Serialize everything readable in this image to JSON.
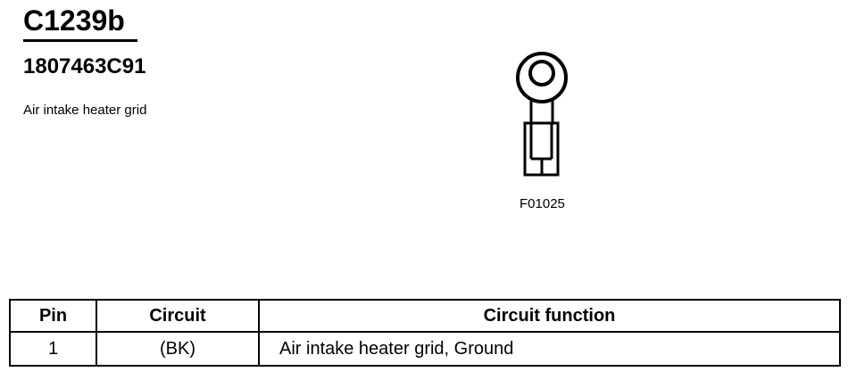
{
  "connector": {
    "id": "C1239b",
    "part_number": "1807463C91",
    "description": "Air intake heater grid"
  },
  "figure": {
    "code": "F01025",
    "icon": "ring-terminal-icon"
  },
  "pin_table": {
    "headers": [
      "Pin",
      "Circuit",
      "Circuit function"
    ],
    "rows": [
      {
        "pin": "1",
        "circuit": "(BK)",
        "function": "Air intake heater grid, Ground"
      }
    ]
  }
}
